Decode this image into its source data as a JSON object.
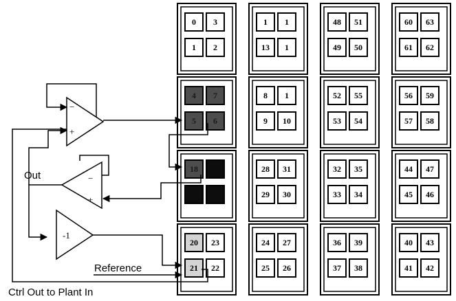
{
  "labels": {
    "out": "Out",
    "reference": "Reference",
    "ctrl_out": "Ctrl Out to Plant In"
  },
  "opamps": [
    {
      "minus": "−",
      "plus": "+"
    },
    {
      "minus": "−",
      "plus": "+"
    },
    {
      "gain": "-1"
    }
  ],
  "columns": [
    {
      "blocks": [
        {
          "cells": [
            {
              "v": "0",
              "s": "white"
            },
            {
              "v": "3",
              "s": "white"
            },
            {
              "v": "1",
              "s": "white"
            },
            {
              "v": "2",
              "s": "white"
            }
          ]
        },
        {
          "cells": [
            {
              "v": "4",
              "s": "dark"
            },
            {
              "v": "7",
              "s": "dark"
            },
            {
              "v": "5",
              "s": "dark"
            },
            {
              "v": "6",
              "s": "dark"
            }
          ]
        },
        {
          "cells": [
            {
              "v": "18",
              "s": "dark"
            },
            {
              "v": "",
              "s": "black"
            },
            {
              "v": "",
              "s": "black"
            },
            {
              "v": "",
              "s": "black"
            }
          ]
        },
        {
          "cells": [
            {
              "v": "20",
              "s": "light"
            },
            {
              "v": "23",
              "s": "white"
            },
            {
              "v": "21",
              "s": "light"
            },
            {
              "v": "22",
              "s": "white"
            }
          ]
        }
      ]
    },
    {
      "blocks": [
        {
          "cells": [
            {
              "v": "1",
              "s": "white"
            },
            {
              "v": "1",
              "s": "white"
            },
            {
              "v": "13",
              "s": "white"
            },
            {
              "v": "1",
              "s": "white"
            }
          ]
        },
        {
          "cells": [
            {
              "v": "8",
              "s": "white"
            },
            {
              "v": "1",
              "s": "white"
            },
            {
              "v": "9",
              "s": "white"
            },
            {
              "v": "10",
              "s": "white"
            }
          ]
        },
        {
          "cells": [
            {
              "v": "28",
              "s": "white"
            },
            {
              "v": "31",
              "s": "white"
            },
            {
              "v": "29",
              "s": "white"
            },
            {
              "v": "30",
              "s": "white"
            }
          ]
        },
        {
          "cells": [
            {
              "v": "24",
              "s": "white"
            },
            {
              "v": "27",
              "s": "white"
            },
            {
              "v": "25",
              "s": "white"
            },
            {
              "v": "26",
              "s": "white"
            }
          ]
        }
      ]
    },
    {
      "blocks": [
        {
          "cells": [
            {
              "v": "48",
              "s": "white"
            },
            {
              "v": "51",
              "s": "white"
            },
            {
              "v": "49",
              "s": "white"
            },
            {
              "v": "50",
              "s": "white"
            }
          ]
        },
        {
          "cells": [
            {
              "v": "52",
              "s": "white"
            },
            {
              "v": "55",
              "s": "white"
            },
            {
              "v": "53",
              "s": "white"
            },
            {
              "v": "54",
              "s": "white"
            }
          ]
        },
        {
          "cells": [
            {
              "v": "32",
              "s": "white"
            },
            {
              "v": "35",
              "s": "white"
            },
            {
              "v": "33",
              "s": "white"
            },
            {
              "v": "34",
              "s": "white"
            }
          ]
        },
        {
          "cells": [
            {
              "v": "36",
              "s": "white"
            },
            {
              "v": "39",
              "s": "white"
            },
            {
              "v": "37",
              "s": "white"
            },
            {
              "v": "38",
              "s": "white"
            }
          ]
        }
      ]
    },
    {
      "blocks": [
        {
          "cells": [
            {
              "v": "60",
              "s": "white"
            },
            {
              "v": "63",
              "s": "white"
            },
            {
              "v": "61",
              "s": "white"
            },
            {
              "v": "62",
              "s": "white"
            }
          ]
        },
        {
          "cells": [
            {
              "v": "56",
              "s": "white"
            },
            {
              "v": "59",
              "s": "white"
            },
            {
              "v": "57",
              "s": "white"
            },
            {
              "v": "58",
              "s": "white"
            }
          ]
        },
        {
          "cells": [
            {
              "v": "44",
              "s": "white"
            },
            {
              "v": "47",
              "s": "white"
            },
            {
              "v": "45",
              "s": "white"
            },
            {
              "v": "46",
              "s": "white"
            }
          ]
        },
        {
          "cells": [
            {
              "v": "40",
              "s": "white"
            },
            {
              "v": "43",
              "s": "white"
            },
            {
              "v": "41",
              "s": "white"
            },
            {
              "v": "42",
              "s": "white"
            }
          ]
        }
      ]
    }
  ],
  "colors": {
    "stroke": "#000000",
    "white": "#ffffff",
    "dark": "#4d4d4d",
    "black": "#0d0d0d",
    "light": "#d4d4d4"
  }
}
